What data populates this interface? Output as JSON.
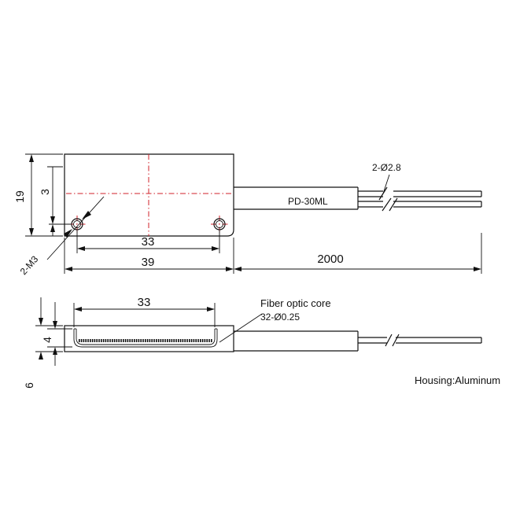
{
  "top_view": {
    "dim_height": "19",
    "dim_hole_offset": "3",
    "dim_hole_spacing": "33",
    "dim_length": "39",
    "dim_cable_length": "2000",
    "hole_callout": "2-M3",
    "model_label": "PD-30ML",
    "fiber_callout": "2-Ø2.8"
  },
  "side_view": {
    "dim_core_length": "33",
    "dim_core_height": "4",
    "dim_thickness": "6",
    "fiber_core_label": "Fiber optic core",
    "fiber_core_spec": "32-Ø0.25"
  },
  "housing_note": "Housing:Aluminum",
  "colors": {
    "line": "#111111",
    "centerline": "#d0202a"
  }
}
